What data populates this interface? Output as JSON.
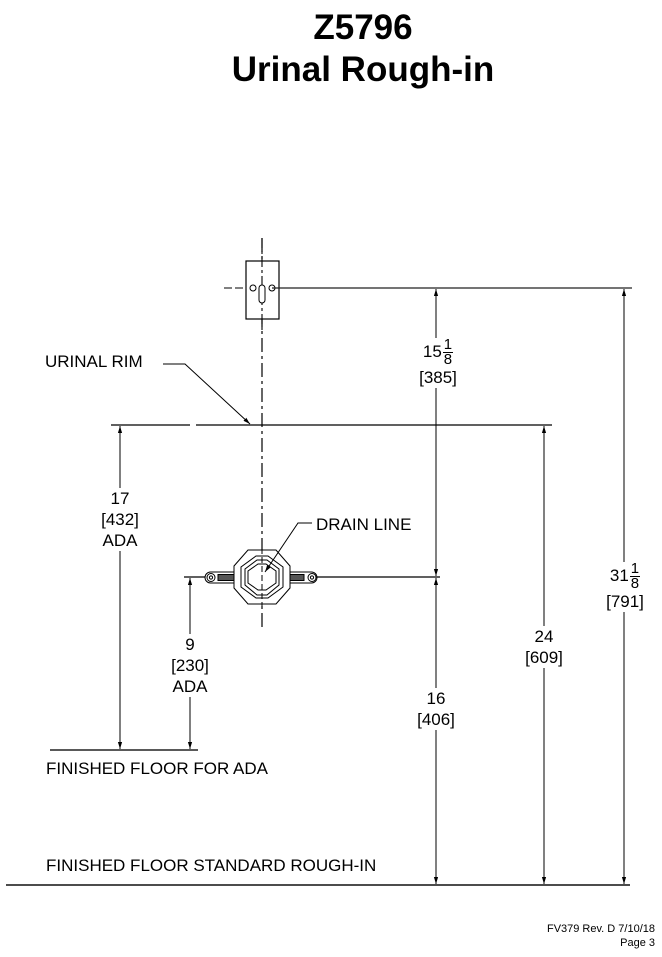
{
  "header": {
    "model": "Z5796",
    "title": "Urinal Rough-in"
  },
  "labels": {
    "urinal_rim": "URINAL RIM",
    "drain_line": "DRAIN LINE",
    "finished_floor_ada": "FINISHED FLOOR FOR ADA",
    "finished_floor_standard": "FINISHED FLOOR STANDARD ROUGH-IN"
  },
  "dimensions": {
    "rim_to_valve": {
      "whole": "15",
      "num": "1",
      "den": "8",
      "metric": "[385]"
    },
    "floor_to_valve": {
      "whole": "31",
      "num": "1",
      "den": "8",
      "metric": "[791]"
    },
    "floor_to_rim": {
      "value": "24",
      "metric": "[609]"
    },
    "floor_to_drain": {
      "value": "16",
      "metric": "[406]"
    },
    "ada_floor_to_rim": {
      "value": "17",
      "metric": "[432]",
      "note": "ADA"
    },
    "ada_floor_to_drain": {
      "value": "9",
      "metric": "[230]",
      "note": "ADA"
    }
  },
  "footer": {
    "doc": "FV379 Rev. D  7/10/18",
    "page": "Page 3"
  }
}
